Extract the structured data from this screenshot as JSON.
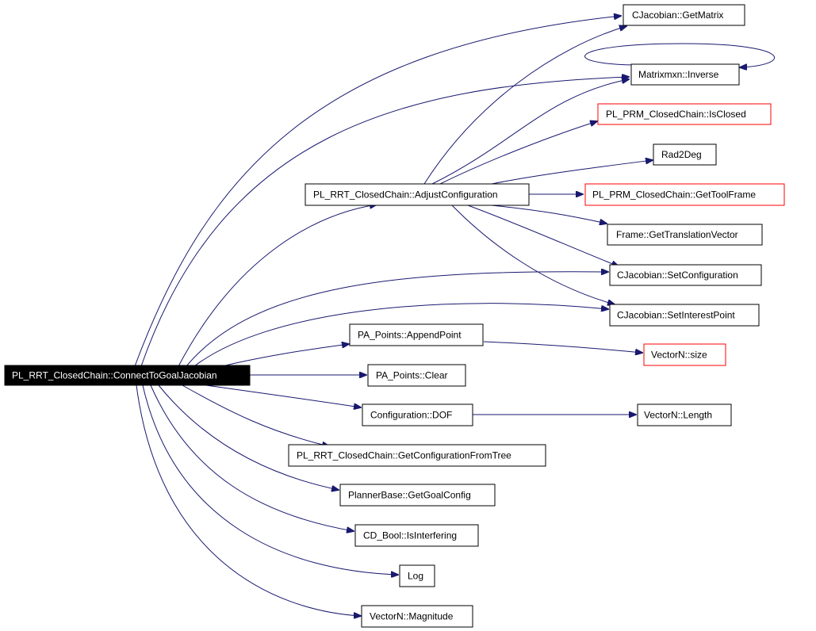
{
  "graph": {
    "edge_color": "#191970",
    "red_border_color": "#ff0000",
    "root": "PL_RRT_ClosedChain::ConnectToGoalJacobian",
    "nodes": [
      {
        "id": "root",
        "label": "PL_RRT_ClosedChain::ConnectToGoalJacobian",
        "style": "root",
        "clickable": true
      },
      {
        "id": "getmatrix",
        "label": "CJacobian::GetMatrix",
        "style": "normal",
        "clickable": true
      },
      {
        "id": "inverse",
        "label": "Matrixmxn::Inverse",
        "style": "normal",
        "clickable": true
      },
      {
        "id": "isclosed",
        "label": "PL_PRM_ClosedChain::IsClosed",
        "style": "red",
        "clickable": true
      },
      {
        "id": "rad2deg",
        "label": "Rad2Deg",
        "style": "normal",
        "clickable": true
      },
      {
        "id": "adjust",
        "label": "PL_RRT_ClosedChain::AdjustConfiguration",
        "style": "normal",
        "clickable": true
      },
      {
        "id": "gettoolframe",
        "label": "PL_PRM_ClosedChain::GetToolFrame",
        "style": "red",
        "clickable": true
      },
      {
        "id": "gettranslation",
        "label": "Frame::GetTranslationVector",
        "style": "normal",
        "clickable": true
      },
      {
        "id": "setconfig",
        "label": "CJacobian::SetConfiguration",
        "style": "normal",
        "clickable": true
      },
      {
        "id": "setinterest",
        "label": "CJacobian::SetInterestPoint",
        "style": "normal",
        "clickable": true
      },
      {
        "id": "appendpoint",
        "label": "PA_Points::AppendPoint",
        "style": "normal",
        "clickable": true
      },
      {
        "id": "vsize",
        "label": "VectorN::size",
        "style": "red",
        "clickable": true
      },
      {
        "id": "clear",
        "label": "PA_Points::Clear",
        "style": "normal",
        "clickable": true
      },
      {
        "id": "dof",
        "label": "Configuration::DOF",
        "style": "normal",
        "clickable": true
      },
      {
        "id": "vlength",
        "label": "VectorN::Length",
        "style": "normal",
        "clickable": true
      },
      {
        "id": "fromtree",
        "label": "PL_RRT_ClosedChain::GetConfigurationFromTree",
        "style": "normal",
        "clickable": true
      },
      {
        "id": "goalconfig",
        "label": "PlannerBase::GetGoalConfig",
        "style": "normal",
        "clickable": true
      },
      {
        "id": "isinterfering",
        "label": "CD_Bool::IsInterfering",
        "style": "normal",
        "clickable": true
      },
      {
        "id": "log",
        "label": "Log",
        "style": "normal",
        "clickable": true
      },
      {
        "id": "magnitude",
        "label": "VectorN::Magnitude",
        "style": "normal",
        "clickable": true
      }
    ],
    "edges": [
      {
        "from": "root",
        "to": "getmatrix"
      },
      {
        "from": "root",
        "to": "inverse"
      },
      {
        "from": "root",
        "to": "adjust"
      },
      {
        "from": "root",
        "to": "setconfig"
      },
      {
        "from": "root",
        "to": "setinterest"
      },
      {
        "from": "root",
        "to": "appendpoint"
      },
      {
        "from": "root",
        "to": "clear"
      },
      {
        "from": "root",
        "to": "dof"
      },
      {
        "from": "root",
        "to": "fromtree"
      },
      {
        "from": "root",
        "to": "goalconfig"
      },
      {
        "from": "root",
        "to": "isinterfering"
      },
      {
        "from": "root",
        "to": "log"
      },
      {
        "from": "root",
        "to": "magnitude"
      },
      {
        "from": "adjust",
        "to": "getmatrix"
      },
      {
        "from": "adjust",
        "to": "inverse"
      },
      {
        "from": "adjust",
        "to": "isclosed"
      },
      {
        "from": "adjust",
        "to": "rad2deg"
      },
      {
        "from": "adjust",
        "to": "gettoolframe"
      },
      {
        "from": "adjust",
        "to": "gettranslation"
      },
      {
        "from": "adjust",
        "to": "setconfig"
      },
      {
        "from": "adjust",
        "to": "setinterest"
      },
      {
        "from": "inverse",
        "to": "inverse"
      },
      {
        "from": "appendpoint",
        "to": "vsize"
      },
      {
        "from": "dof",
        "to": "vlength"
      }
    ]
  }
}
